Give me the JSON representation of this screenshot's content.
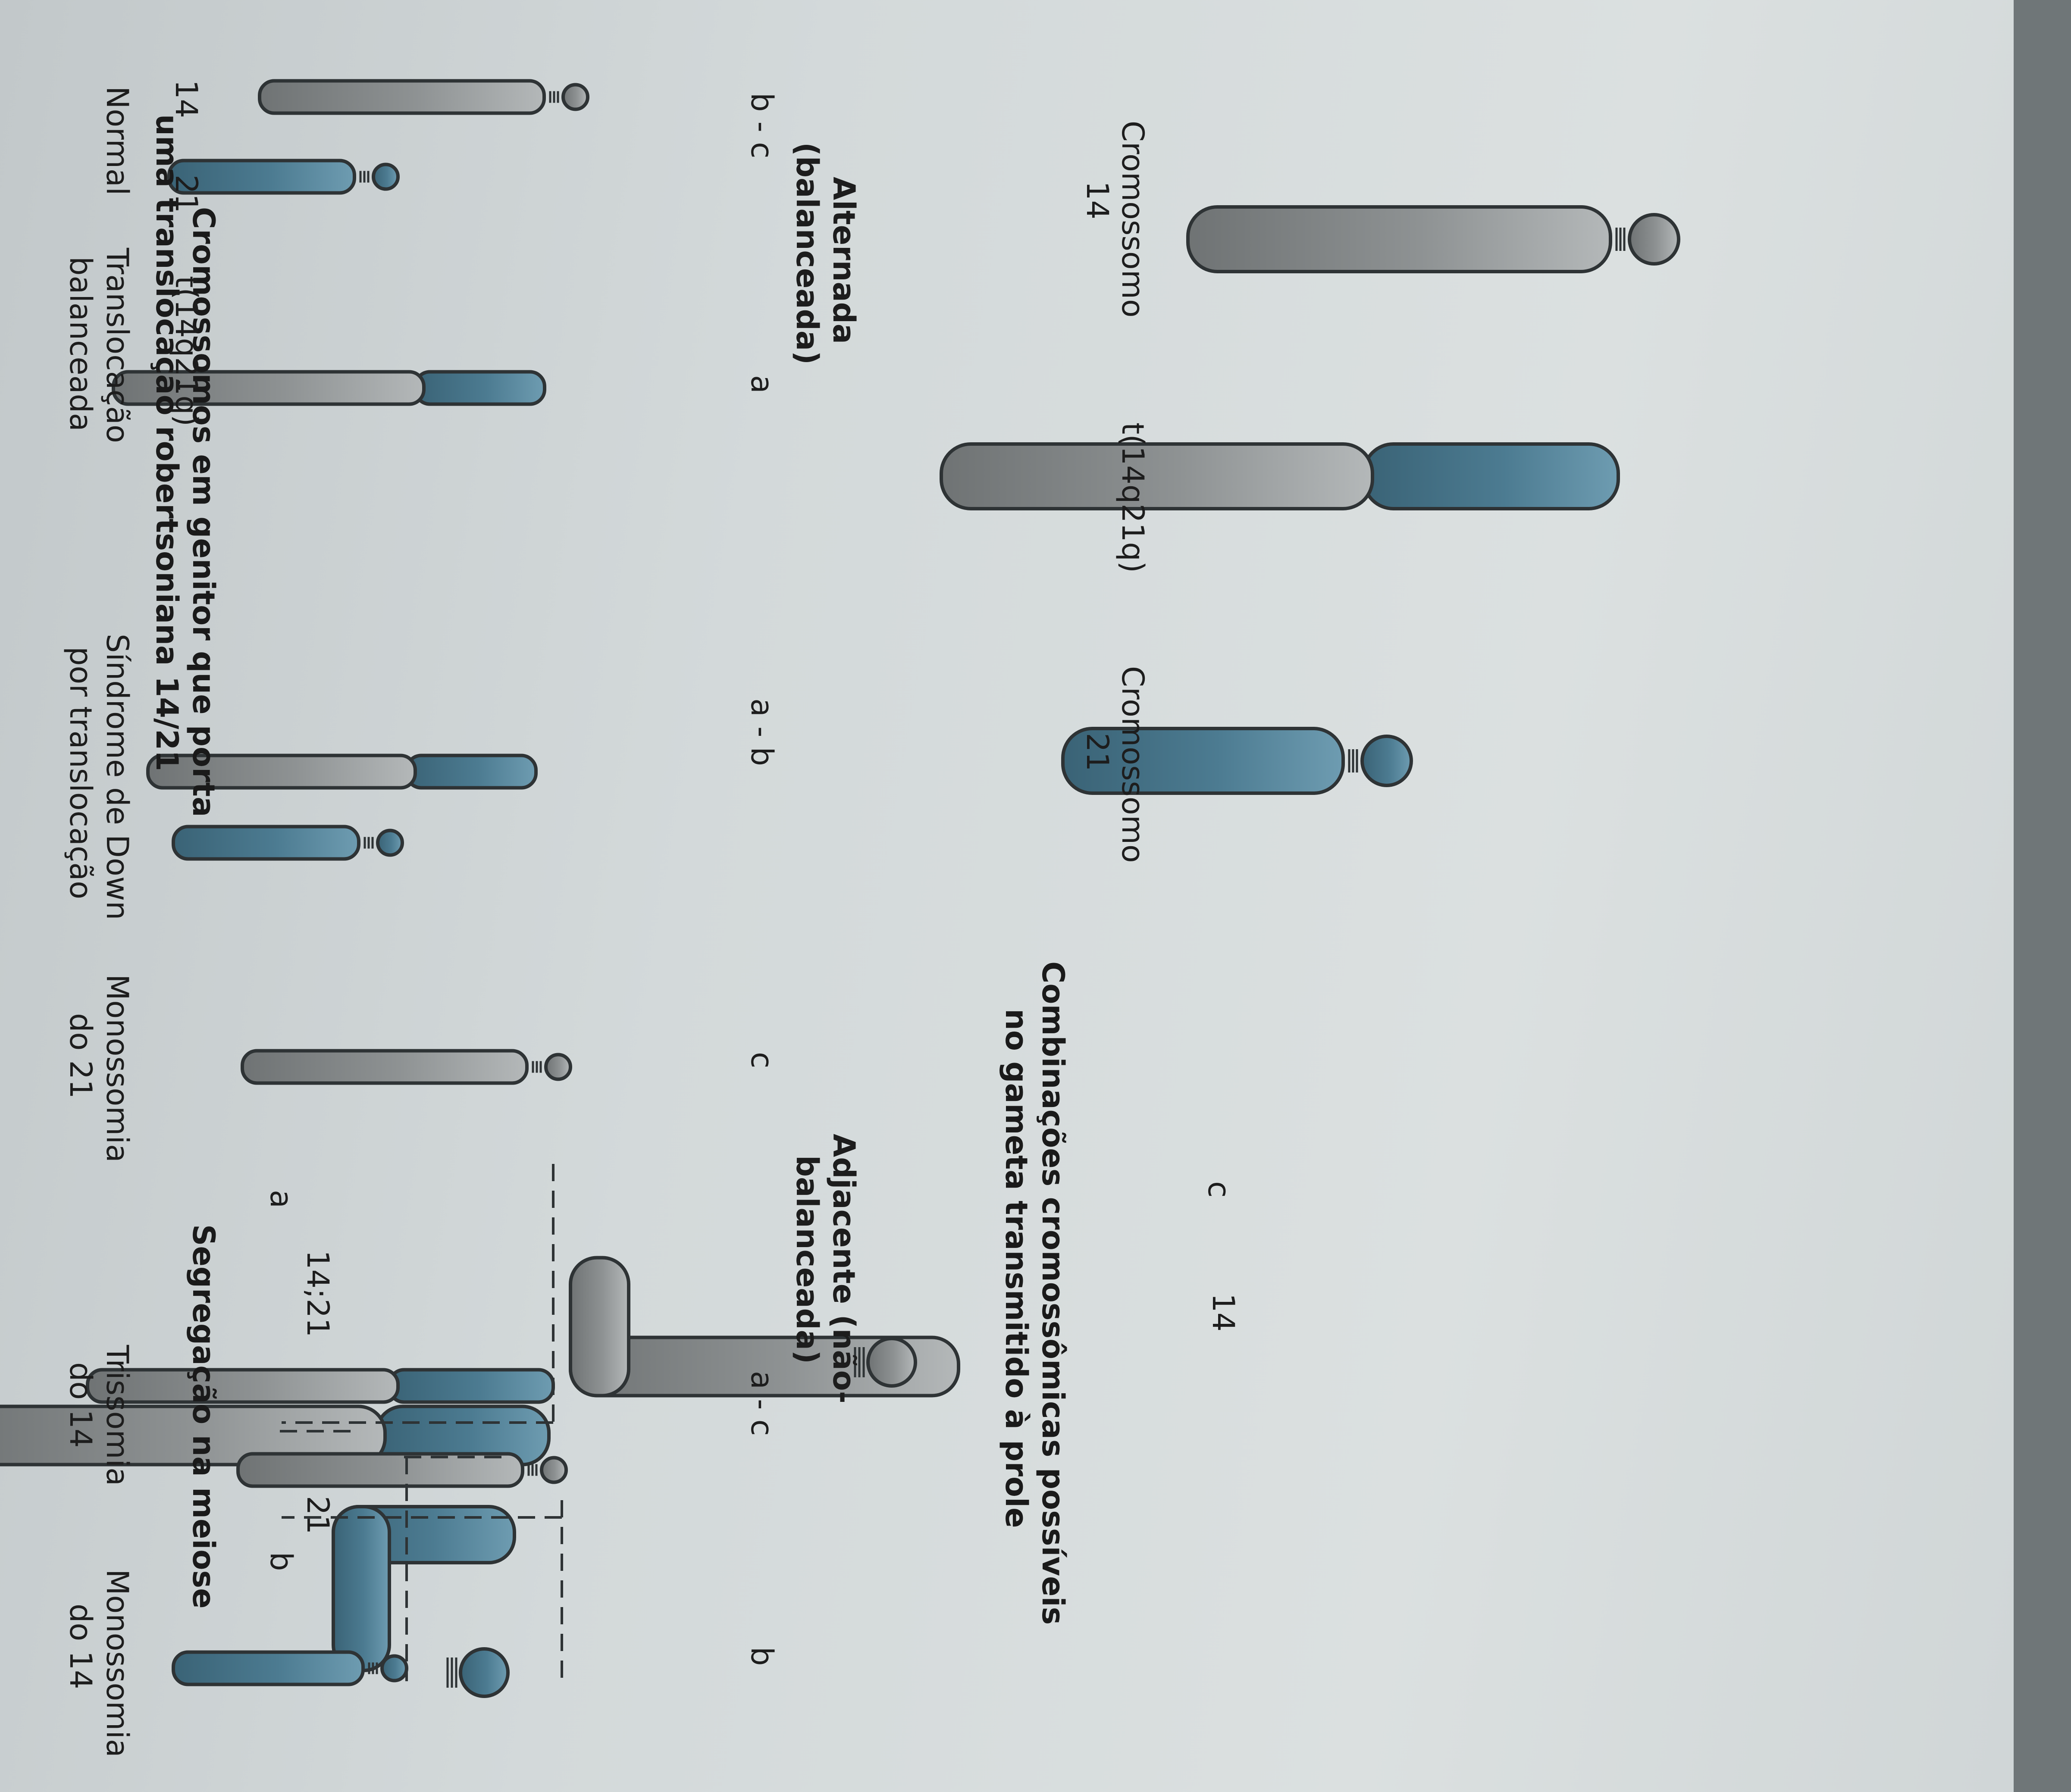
{
  "title": {
    "line1": "Cromossomos em genitor que porta",
    "line2": "uma translocação robertsoniana 14/21"
  },
  "parent_chromosomes": {
    "chr14_line1": "Cromossomo",
    "chr14_line2": "14",
    "translocation": "t(14q21q)",
    "chr21_line1": "Cromossomo",
    "chr21_line2": "21"
  },
  "meiosis": {
    "title": "Segregação na meiose",
    "label_a": "a",
    "label_b": "b",
    "label_c": "c",
    "label_1421": "14;21",
    "label_14": "14",
    "label_21": "21"
  },
  "combinations": {
    "title_line1": "Combinações cromossômicas possíveis",
    "title_line2": "no gameta transmitido à prole",
    "alternate_line1": "Alternada",
    "alternate_line2": "(balanceada)",
    "adjacent_line1": "Adjacente (não-",
    "adjacent_line2": "balanceada)"
  },
  "gametes": [
    {
      "code": "b - c"
    },
    {
      "code": "a"
    },
    {
      "code": "a - b"
    },
    {
      "code": "c"
    },
    {
      "code": "a - c"
    },
    {
      "code": "b"
    }
  ],
  "normal_labels": {
    "chr14": "14",
    "chr21": "21",
    "translocation": "t(14q21q)"
  },
  "outcomes": [
    {
      "line1": "Normal",
      "line2": ""
    },
    {
      "line1": "Translocação",
      "line2": "balanceada"
    },
    {
      "line1": "Síndrome de Down",
      "line2": "por translocação"
    },
    {
      "line1": "Monossomia",
      "line2": "do 21"
    },
    {
      "line1": "Trissomia",
      "line2": "do 14"
    },
    {
      "line1": "Monossomia",
      "line2": "do 14"
    }
  ],
  "colors": {
    "chr14_fill": "#8d9192",
    "chr21_fill": "#4d7d93",
    "outline": "#2e3335",
    "text": "#1d1d1d"
  }
}
